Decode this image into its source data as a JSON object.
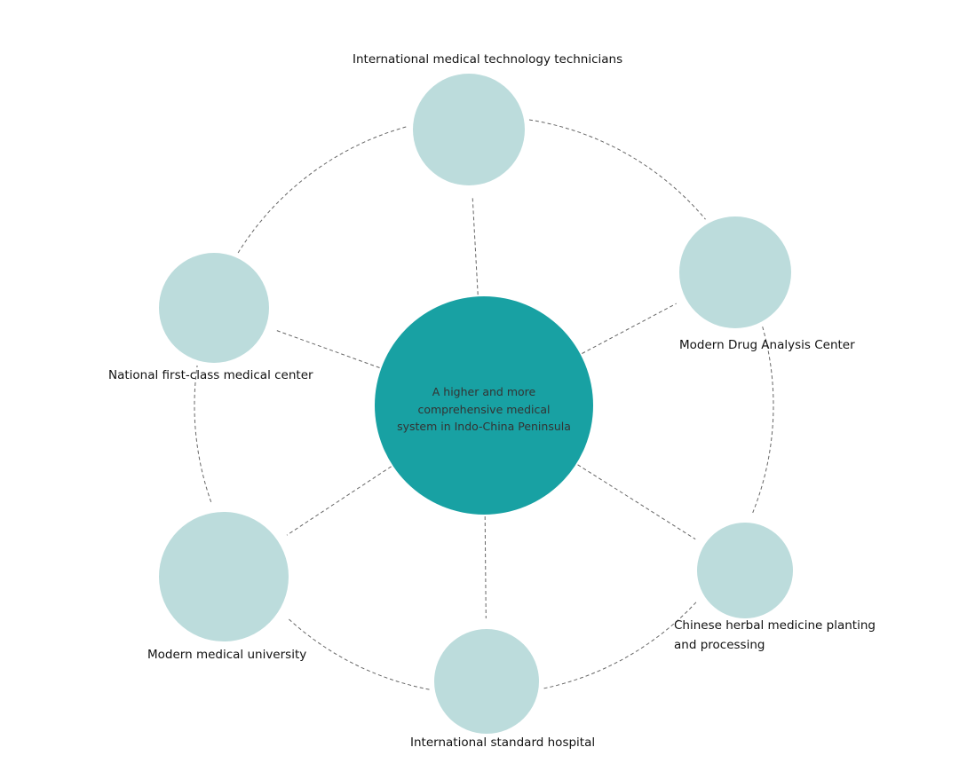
{
  "colors": {
    "center_fill": "#18a1a3",
    "node_fill": "#bcdcdc",
    "connector": "#666666"
  },
  "center": {
    "text_lines": [
      "A higher and more",
      "comprehensive medical",
      "system in Indo-China Peninsula"
    ]
  },
  "nodes": [
    {
      "id": "top",
      "label_lines": [
        "International medical technology technicians"
      ]
    },
    {
      "id": "upper-right",
      "label_lines": [
        "Modern Drug Analysis Center"
      ]
    },
    {
      "id": "lower-right",
      "label_lines": [
        "Chinese herbal medicine planting",
        "and processing"
      ]
    },
    {
      "id": "bottom",
      "label_lines": [
        "International standard hospital"
      ]
    },
    {
      "id": "lower-left",
      "label_lines": [
        "Modern medical university"
      ]
    },
    {
      "id": "upper-left",
      "label_lines": [
        "National first-class medical center"
      ]
    }
  ]
}
